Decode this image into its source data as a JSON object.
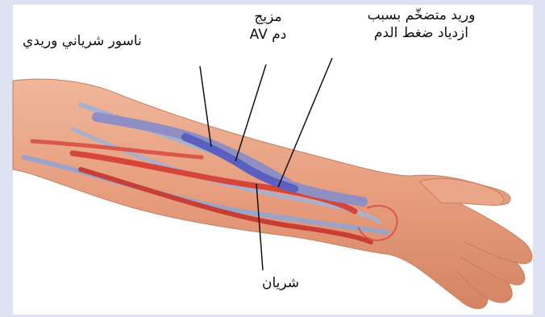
{
  "labels": {
    "fistula": "ناسور شرياني وريدي",
    "mix_line1": "مزيج",
    "mix_line2": "دم AV",
    "vein_line1": "وريد متضخّم بسبب",
    "vein_line2": "ازدياد ضغط الدم",
    "artery": "شريان"
  },
  "colors": {
    "skin": "#e8a283",
    "skin_shadow": "#c97b5b",
    "artery": "#d6453a",
    "vein": "#8f8fc4",
    "mixed_blood": "#5a5fc0",
    "background_frame": "#dfe3f1"
  }
}
